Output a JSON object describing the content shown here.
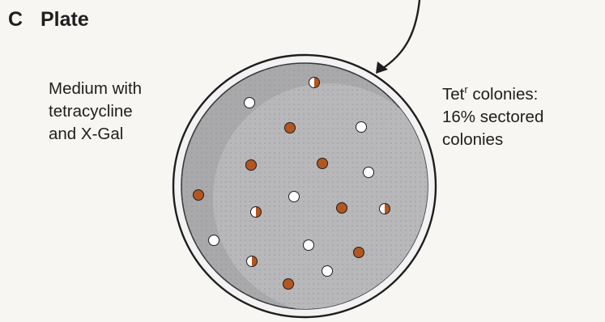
{
  "panel": {
    "letter": "C",
    "title": "Plate"
  },
  "medium_label": {
    "lines": [
      "Medium with",
      "tetracycline",
      "and X-Gal"
    ]
  },
  "result_label": {
    "line1_prefix": "Tet",
    "line1_superscript": "r",
    "line1_suffix": " colonies:",
    "line2": "16% sectored",
    "line3": "colonies"
  },
  "colors": {
    "plate_fill": "#a9a9ab",
    "plate_rim": "#f2f2f2",
    "blue_colony": "#b4561f",
    "white_colony": "#ffffff",
    "outline": "#1e1e1e"
  },
  "colonies": [
    {
      "type": "sectored"
    },
    {
      "type": "white"
    },
    {
      "type": "blue"
    },
    {
      "type": "white"
    },
    {
      "type": "blue"
    },
    {
      "type": "blue"
    },
    {
      "type": "white"
    },
    {
      "type": "blue"
    },
    {
      "type": "white"
    },
    {
      "type": "blue"
    },
    {
      "type": "sectored"
    },
    {
      "type": "sectored"
    },
    {
      "type": "white"
    },
    {
      "type": "white"
    },
    {
      "type": "blue"
    },
    {
      "type": "sectored"
    },
    {
      "type": "white"
    },
    {
      "type": "blue"
    }
  ]
}
